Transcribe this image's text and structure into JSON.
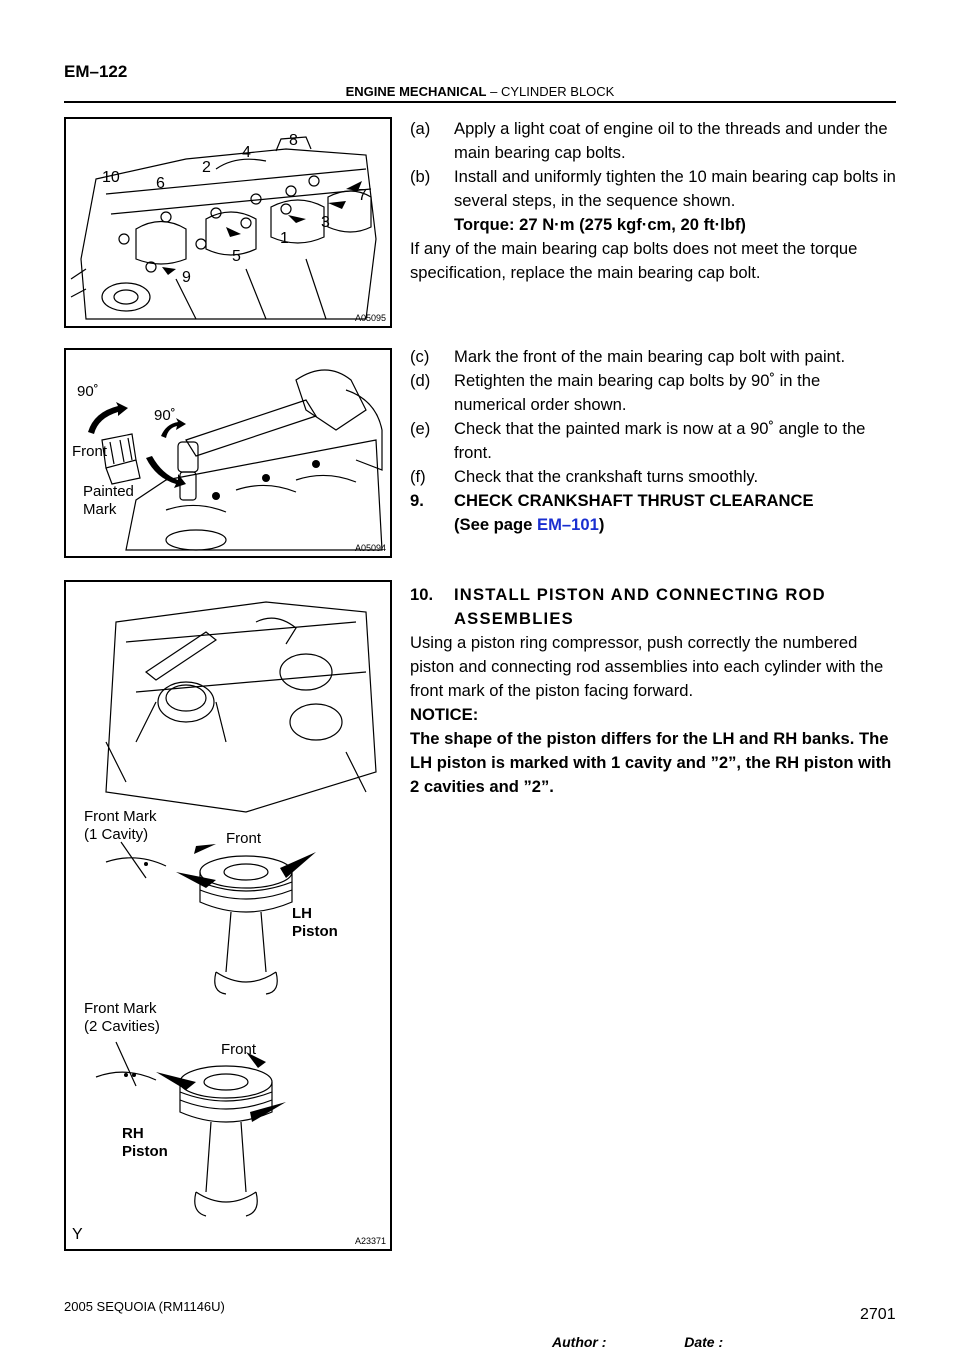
{
  "header": {
    "page_number": "EM–122",
    "section_bold": "ENGINE MECHANICAL",
    "section_sep": " – ",
    "section_sub": "CYLINDER BLOCK"
  },
  "figure1": {
    "code": "A05095",
    "sequence_labels": [
      "10",
      "6",
      "2",
      "4",
      "8",
      "7",
      "3",
      "1",
      "5",
      "9"
    ]
  },
  "figure2": {
    "code": "A05094",
    "angle_left": "90˚",
    "angle_right": "90˚",
    "front_label": "Front",
    "painted_line1": "Painted",
    "painted_line2": "Mark"
  },
  "figure3": {
    "code": "A23371",
    "corner_mark": "Y",
    "lh_front_mark_line1": "Front Mark",
    "lh_front_mark_line2": "(1 Cavity)",
    "lh_front": "Front",
    "lh_piston_line1": "LH",
    "lh_piston_line2": "Piston",
    "rh_front_mark_line1": "Front Mark",
    "rh_front_mark_line2": "(2 Cavities)",
    "rh_front": "Front",
    "rh_piston_line1": "RH",
    "rh_piston_line2": "Piston"
  },
  "text": {
    "a_tag": "(a)",
    "a_body": "Apply a light coat of engine oil to the threads and under the main bearing cap bolts.",
    "b_tag": "(b)",
    "b_body": "Install and uniformly tighten the 10 main bearing cap bolts in several steps, in the sequence shown.",
    "torque": "Torque: 27 N·m (275 kgf·cm, 20 ft·lbf)",
    "replace_note": "If any of the main bearing cap bolts does not meet the torque specification, replace the main bearing cap bolt.",
    "c_tag": "(c)",
    "c_body": "Mark the front of the main bearing cap bolt with paint.",
    "d_tag": "(d)",
    "d_body": "Retighten the main bearing cap bolts by 90˚ in the numerical order shown.",
    "e_tag": "(e)",
    "e_body": "Check that the painted mark is now at a 90˚ angle to the front.",
    "f_tag": "(f)",
    "f_body": "Check that the crankshaft turns smoothly.",
    "s9_tag": "9.",
    "s9_title": "CHECK CRANKSHAFT THRUST CLEARANCE",
    "s9_ref_pre": "(See page ",
    "s9_ref_link": "EM–101",
    "s9_ref_post": ")",
    "s10_tag": "10.",
    "s10_title": "INSTALL PISTON AND CONNECTING ROD ASSEMBLIES",
    "s10_body": "Using a piston ring compressor, push correctly the numbered piston and connecting rod assemblies into each cylinder with the front mark of the piston facing forward.",
    "notice_label": "NOTICE:",
    "notice_body": "The shape of the piston differs for the LH and RH banks. The LH piston is marked with 1 cavity and ”2”, the RH piston with 2 cavities and ”2”."
  },
  "footer": {
    "model": "2005 SEQUOIA   (RM1146U)",
    "author": "Author :                    Date :",
    "page": "2701"
  }
}
